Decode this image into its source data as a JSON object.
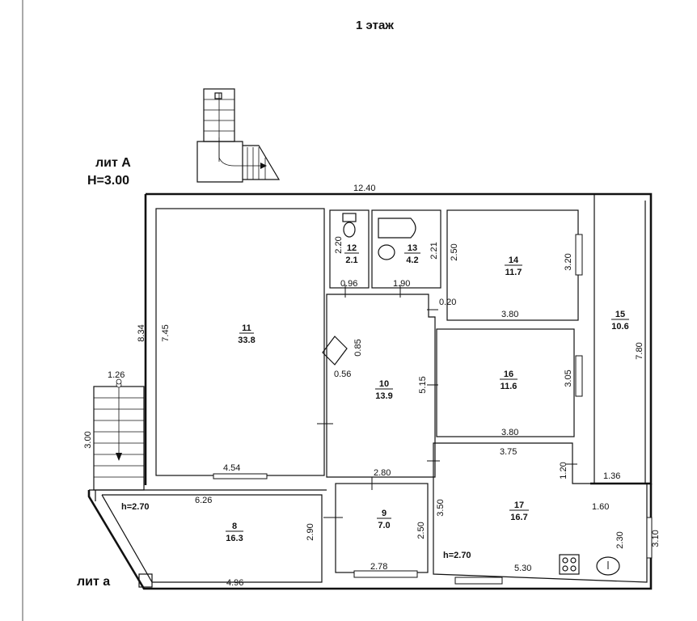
{
  "title": "1 этаж",
  "lit_a_upper": "лит А",
  "height_main": "H=3.00",
  "lit_a_lower": "лит а",
  "heights": {
    "room8": "h=2.70",
    "room17": "h=2.70"
  },
  "rooms": {
    "r8": {
      "num": "8",
      "area": "16.3"
    },
    "r9": {
      "num": "9",
      "area": "7.0"
    },
    "r10": {
      "num": "10",
      "area": "13.9"
    },
    "r11": {
      "num": "11",
      "area": "33.8"
    },
    "r12": {
      "num": "12",
      "area": "2.1"
    },
    "r13": {
      "num": "13",
      "area": "4.2"
    },
    "r14": {
      "num": "14",
      "area": "11.7"
    },
    "r15": {
      "num": "15",
      "area": "10.6"
    },
    "r16": {
      "num": "16",
      "area": "11.6"
    },
    "r17": {
      "num": "17",
      "area": "16.7"
    }
  },
  "dims": {
    "top": "12.40",
    "left_834": "8.34",
    "r11_h": "7.45",
    "r11_w": "4.54",
    "r12_h": "2.20",
    "r12_w": "0.96",
    "r13_h": "2.21",
    "r13_w": "1.90",
    "r14_h": "3.20",
    "r14_w": "3.80",
    "d_250": "2.50",
    "d_020": "0.20",
    "d_085": "0.85",
    "d_056": "0.56",
    "r10_h": "5.15",
    "r10_w": "2.80",
    "r15_h": "7.80",
    "r16_h": "3.05",
    "r16_w": "3.80",
    "r17_top": "3.75",
    "d_120": "1.20",
    "d_136": "1.36",
    "d_160": "1.60",
    "r17_h_left": "3.50",
    "r17_h_right": "2.30",
    "d_310": "3.10",
    "r17_w": "5.30",
    "r9_h_left": "2.90",
    "r9_h_right": "2.50",
    "r9_w": "2.78",
    "r8_top": "6.26",
    "r8_bottom": "4.96",
    "stair_w": "1.26",
    "stair_h": "3.00"
  }
}
